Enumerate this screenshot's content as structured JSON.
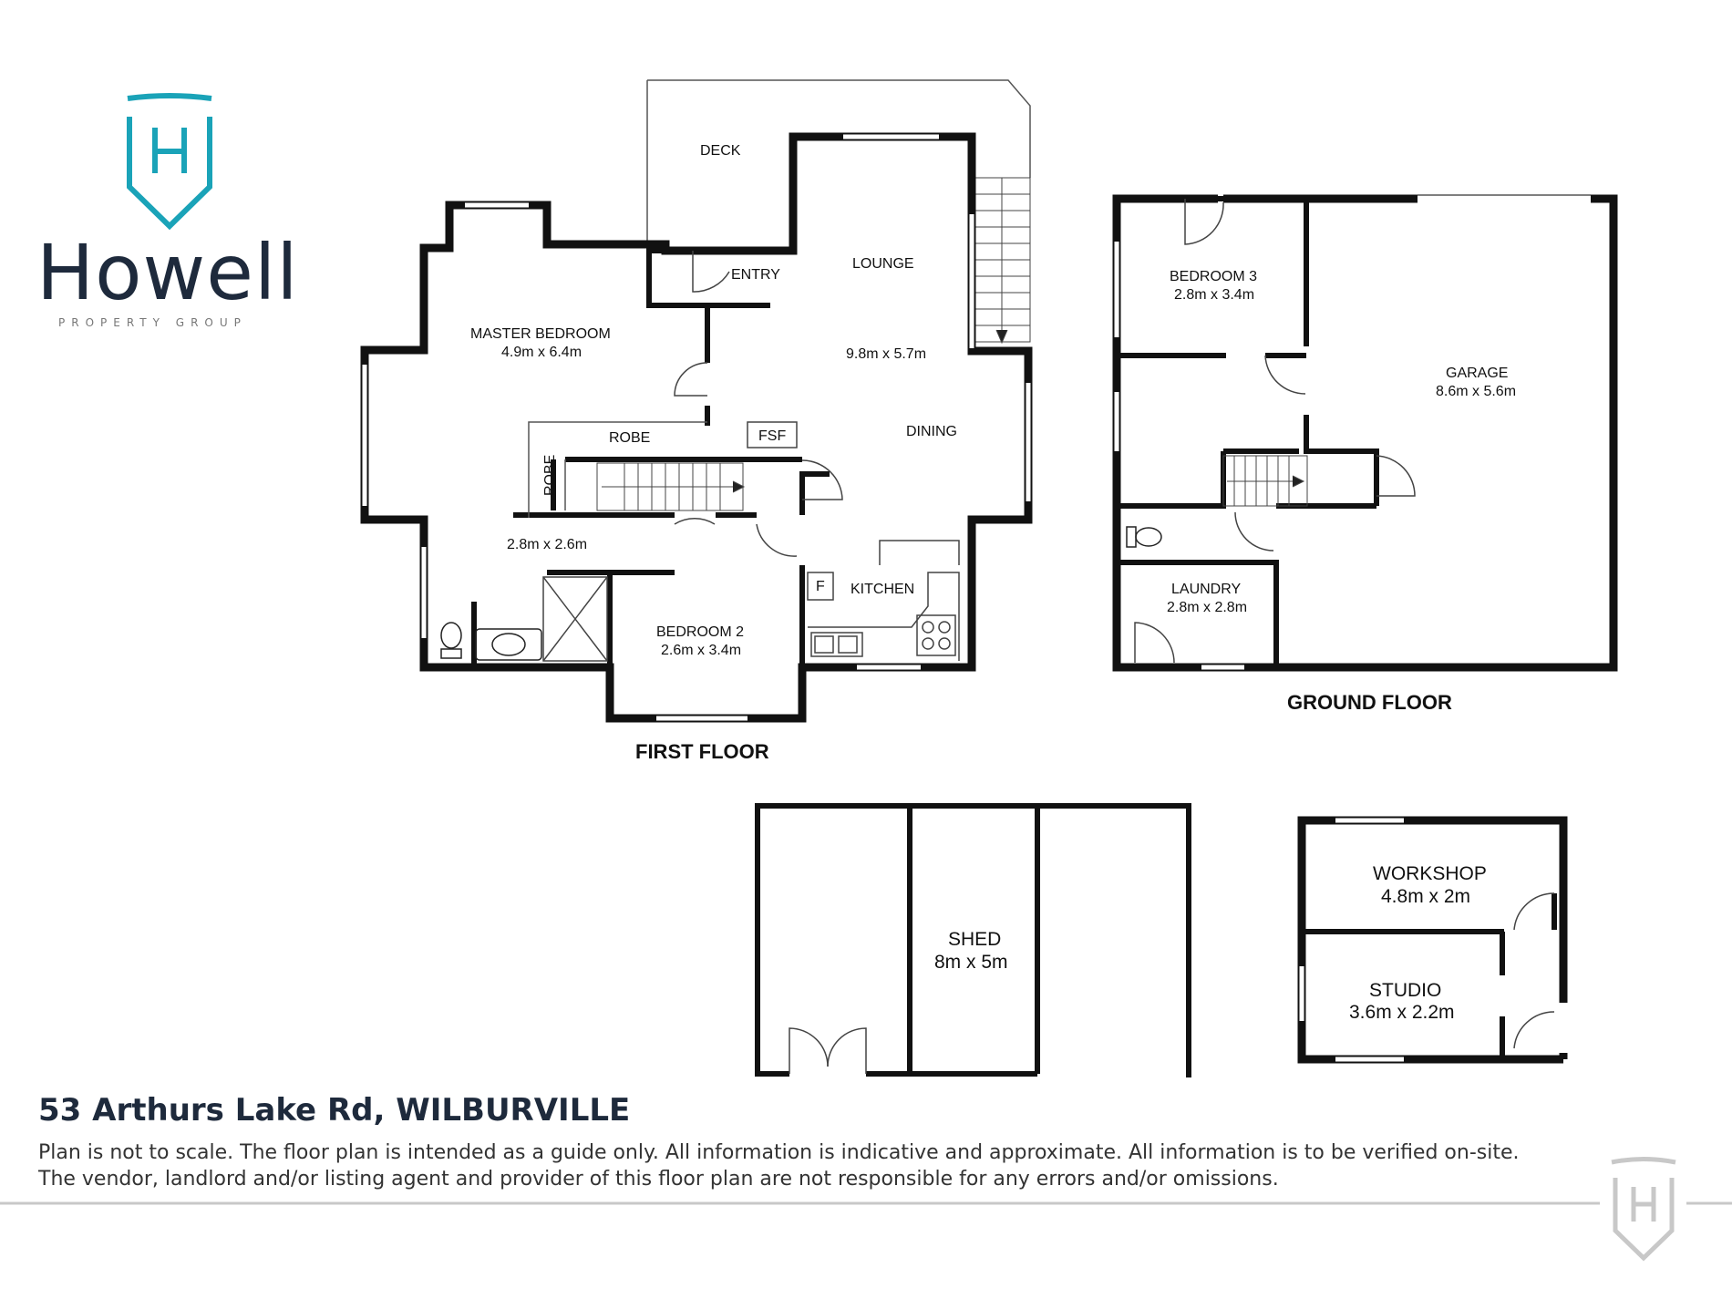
{
  "brand": {
    "name": "Howell",
    "tagline": "PROPERTY GROUP",
    "logo_letter": "H",
    "accent_color": "#1aa3b8",
    "dark_color": "#1e2a3c"
  },
  "first_floor": {
    "title": "FIRST FLOOR",
    "deck": "DECK",
    "entry": "ENTRY",
    "lounge": "LOUNGE",
    "lounge_size": "9.8m x 5.7m",
    "dining": "DINING",
    "master_bedroom": "MASTER BEDROOM",
    "master_bedroom_size": "4.9m x 6.4m",
    "robe": "ROBE",
    "robe_vertical": "ROBE",
    "fsf": "FSF",
    "bathroom_size": "2.8m x 2.6m",
    "bedroom2": "BEDROOM 2",
    "bedroom2_size": "2.6m x 3.4m",
    "kitchen": "KITCHEN",
    "fridge": "F"
  },
  "ground_floor": {
    "title": "GROUND FLOOR",
    "bedroom3": "BEDROOM 3",
    "bedroom3_size": "2.8m x 3.4m",
    "garage": "GARAGE",
    "garage_size": "8.6m x 5.6m",
    "laundry": "LAUNDRY",
    "laundry_size": "2.8m x 2.8m"
  },
  "shed": {
    "label": "SHED",
    "size": "8m x 5m"
  },
  "outbuilding": {
    "workshop": "WORKSHOP",
    "workshop_size": "4.8m x 2m",
    "studio": "STUDIO",
    "studio_size": "3.6m x 2.2m"
  },
  "address": "53 Arthurs Lake Rd, WILBURVILLE",
  "disclaimer": "Plan is not to scale. The floor plan is intended as a guide only. All information is indicative and approximate. All information is to be verified on-site.  The vendor, landlord and/or listing agent and provider of this floor plan are not responsible for any errors and/or omissions."
}
